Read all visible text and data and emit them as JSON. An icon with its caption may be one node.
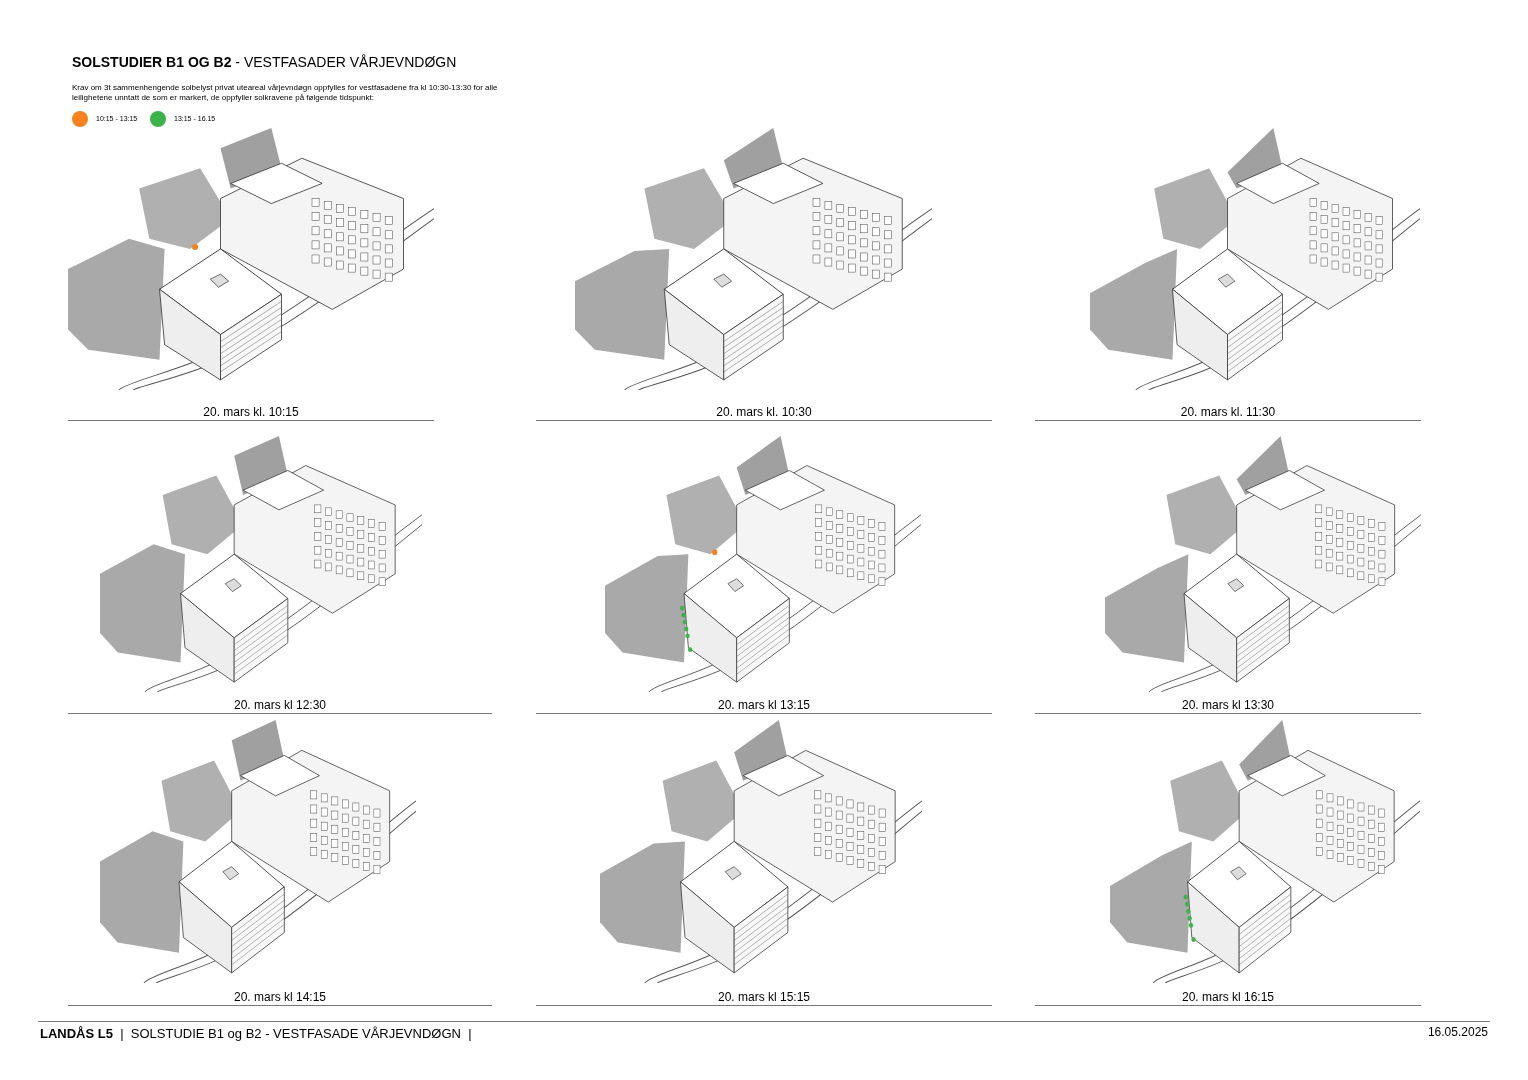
{
  "diagram": {
    "title": "**SOLSTUDIER B1 OG B2** - VESTFASADER VÅRJEVNDØGN",
    "labels": [
      "Krav om 3t sammenhengende solbelyst privat uteareal vårjevndøgn oppfylles for vestfasadene fra kl 10:30-13:30 for alle leilighetene unntatt de som er markert, de oppfyller solkravene på følgende tidspunkt:",
      "20. mars kl. 10:15",
      "20. mars kl. 10:30",
      "20. mars kl. 11:30",
      "20. mars kl 12:30",
      "20. mars kl 13:15",
      "20. mars kl 13:30",
      "20. mars kl 14:15",
      "20. mars kl 15:15",
      "20. mars kl 16:15",
      "**LANDÅS L5**  |  SOLSTUDIE B1 og B2 - VESTFASADE VÅRJEVNDØGN  |",
      "16.05.2025"
    ],
    "legend": [
      {
        "text": "10:15 - 13:15",
        "color": "#f5821f"
      },
      {
        "text": "13:15 - 16.15",
        "color": "#3cb34a"
      }
    ]
  }
}
